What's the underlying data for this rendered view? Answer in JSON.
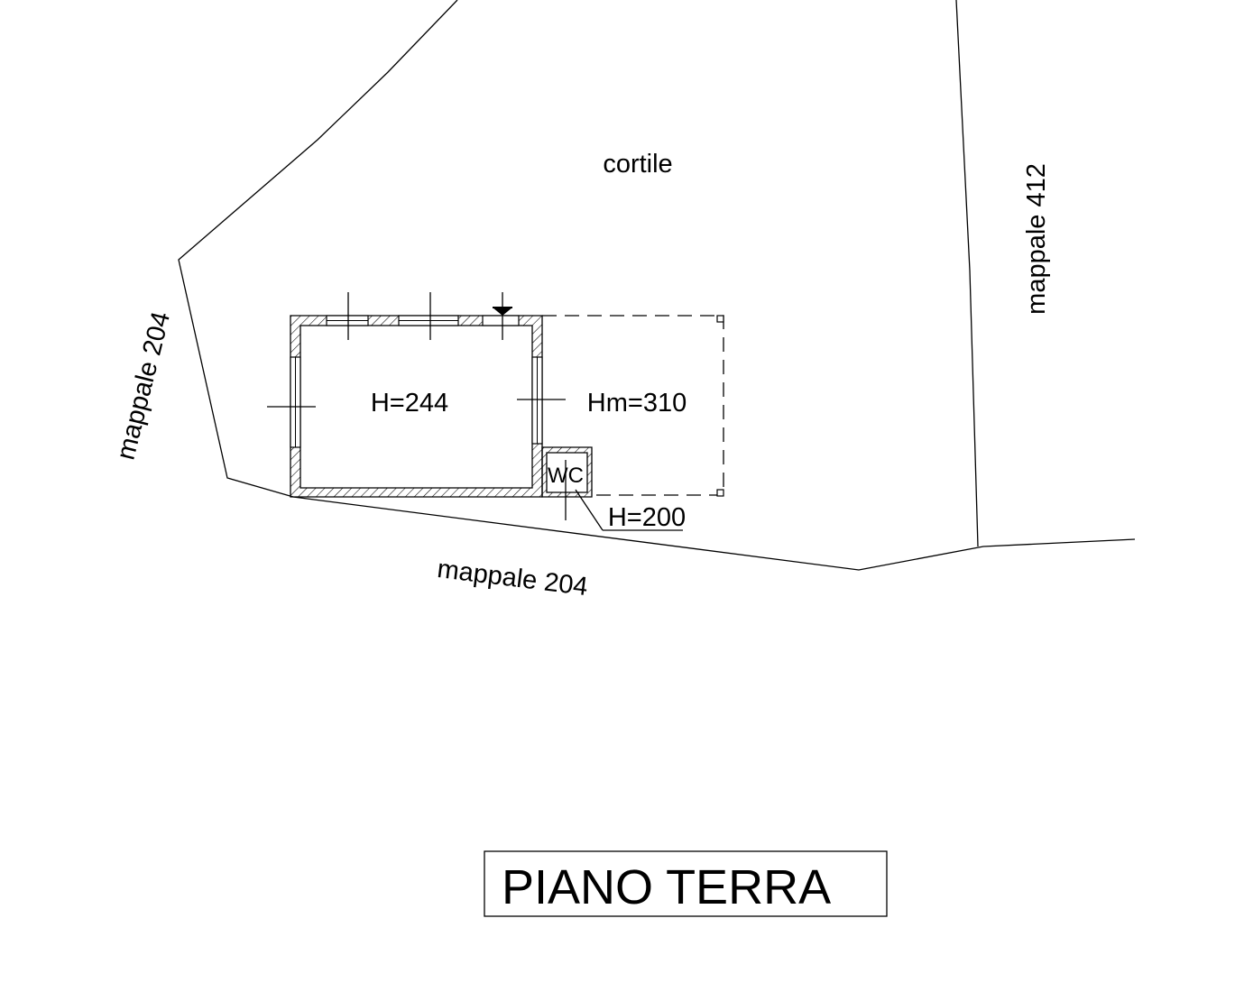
{
  "labels": {
    "courtyard": "cortile",
    "parcel_west": "mappale 204",
    "parcel_south": "mappale 204",
    "parcel_east": "mappale 412",
    "room_height": "H=244",
    "porch_height": "Hm=310",
    "wc": "WC",
    "wc_height": "H=200"
  },
  "title": {
    "text": "PIANO TERRA"
  },
  "colors": {
    "ink": "#000000",
    "paper": "#ffffff"
  }
}
